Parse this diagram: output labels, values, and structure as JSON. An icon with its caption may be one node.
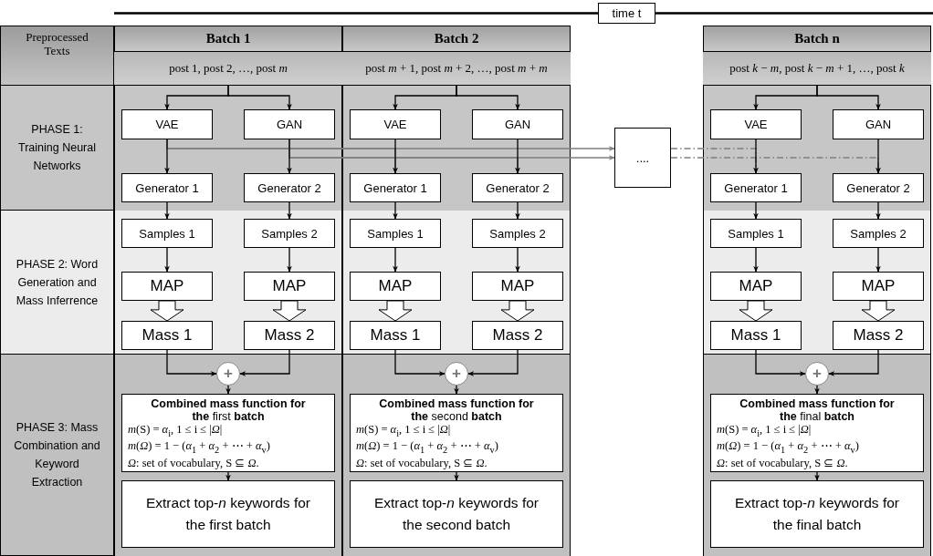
{
  "diagram": {
    "nodes": [
      {
        "text": [
          "time t"
        ]
      },
      {
        "text": [
          "Preprocessed Texts"
        ]
      },
      {
        "text": [
          "PHASE 1: Training Neural Networks"
        ]
      },
      {
        "text": [
          "PHASE 2: Word Generation and Mass Inferrence"
        ]
      },
      {
        "text": [
          "PHASE 3: Mass Combination and Keyword Extraction"
        ]
      },
      {
        "text": [
          "Batch 1"
        ]
      },
      {
        "text": [
          "post 1, post 2, …, post *m*"
        ],
        "in": 5
      },
      {
        "text": [
          "VAE"
        ],
        "in": 5
      },
      {
        "text": [
          "GAN"
        ],
        "in": 5
      },
      {
        "text": [
          "Generator 1"
        ],
        "in": 5
      },
      {
        "text": [
          "Generator 2"
        ],
        "in": 5
      },
      {
        "text": [
          "Samples 1"
        ],
        "in": 5
      },
      {
        "text": [
          "Samples 2"
        ],
        "in": 5
      },
      {
        "text": [
          "MAP"
        ],
        "in": 5
      },
      {
        "text": [
          "MAP"
        ],
        "in": 5
      },
      {
        "text": [
          "Mass 1"
        ],
        "in": 5
      },
      {
        "text": [
          "Mass 2"
        ],
        "in": 5
      },
      {
        "text": [
          "+"
        ],
        "in": 5
      },
      {
        "text": [
          "**Combined mass function for the** first **batch**",
          "*m*(S) = *α*$_{i}$, 1 ≤ i ≤ |*Ω*|",
          "*m*(*Ω*) = 1 − (*α*$_{1}$ + *α*$_{2}$ + ⋯ + *α*$_{v}$)",
          "*Ω*: set of vocabulary, S ⊆ *Ω*."
        ],
        "in": 5
      },
      {
        "text": [
          "Extract top-*n* keywords for the first batch"
        ],
        "in": 5
      },
      {
        "text": [
          "Batch 2"
        ]
      },
      {
        "text": [
          "post *m* + 1, post *m* + 2, …, post *m* + *m*"
        ],
        "in": 20
      },
      {
        "text": [
          "VAE"
        ],
        "in": 20
      },
      {
        "text": [
          "GAN"
        ],
        "in": 20
      },
      {
        "text": [
          "Generator 1"
        ],
        "in": 20
      },
      {
        "text": [
          "Generator 2"
        ],
        "in": 20
      },
      {
        "text": [
          "Samples 1"
        ],
        "in": 20
      },
      {
        "text": [
          "Samples 2"
        ],
        "in": 20
      },
      {
        "text": [
          "MAP"
        ],
        "in": 20
      },
      {
        "text": [
          "MAP"
        ],
        "in": 20
      },
      {
        "text": [
          "Mass 1"
        ],
        "in": 20
      },
      {
        "text": [
          "Mass 2"
        ],
        "in": 20
      },
      {
        "text": [
          "+"
        ],
        "in": 20
      },
      {
        "text": [
          "**Combined mass function for the** second **batch**",
          "*m*(S) = *α*$_{i}$, 1 ≤ i ≤ |*Ω*|",
          "*m*(*Ω*) = 1 − (*α*$_{1}$ + *α*$_{2}$ + ⋯ + *α*$_{v}$)",
          "*Ω*: set of vocabulary, S ⊆ *Ω*."
        ],
        "in": 20
      },
      {
        "text": [
          "Extract top-*n* keywords for the second batch"
        ],
        "in": 20
      },
      {
        "text": [
          "...."
        ]
      },
      {
        "text": [
          "Batch n"
        ]
      },
      {
        "text": [
          "post *k* − *m*, post *k* − *m* + 1, …, post *k*"
        ],
        "in": 36
      },
      {
        "text": [
          "VAE"
        ],
        "in": 36
      },
      {
        "text": [
          "GAN"
        ],
        "in": 36
      },
      {
        "text": [
          "Generator 1"
        ],
        "in": 36
      },
      {
        "text": [
          "Generator 2"
        ],
        "in": 36
      },
      {
        "text": [
          "Samples 1"
        ],
        "in": 36
      },
      {
        "text": [
          "Samples 2"
        ],
        "in": 36
      },
      {
        "text": [
          "MAP"
        ],
        "in": 36
      },
      {
        "text": [
          "MAP"
        ],
        "in": 36
      },
      {
        "text": [
          "Mass 1"
        ],
        "in": 36
      },
      {
        "text": [
          "Mass 2"
        ],
        "in": 36
      },
      {
        "text": [
          "+"
        ],
        "in": 36
      },
      {
        "text": [
          "**Combined mass function for the** final **batch**",
          "*m*(S) = *α*$_{i}$, 1 ≤ i ≤ |*Ω*|",
          "*m*(*Ω*) = 1 − (*α*$_{1}$ + *α*$_{2}$ + ⋯ + *α*$_{v}$)",
          "*Ω*: set of vocabulary, S ⊆ *Ω*."
        ],
        "in": 36
      },
      {
        "text": [
          "Extract top-*n* keywords for the final batch"
        ],
        "in": 36
      }
    ],
    "edges": [
      {
        "from": 6,
        "to": 7,
        "arrow": "to"
      },
      {
        "from": 6,
        "to": 8,
        "arrow": "to"
      },
      {
        "from": 7,
        "to": 9,
        "arrow": "to"
      },
      {
        "from": 8,
        "to": 10,
        "arrow": "to"
      },
      {
        "from": 9,
        "to": 11,
        "arrow": "to"
      },
      {
        "from": 10,
        "to": 12,
        "arrow": "to"
      },
      {
        "from": 11,
        "to": 13,
        "arrow": "to"
      },
      {
        "from": 12,
        "to": 14,
        "arrow": "to"
      },
      {
        "from": 13,
        "to": 15,
        "arrow": "to",
        "style": "thick"
      },
      {
        "from": 14,
        "to": 16,
        "arrow": "to",
        "style": "thick"
      },
      {
        "from": 15,
        "to": 17,
        "arrow": "to"
      },
      {
        "from": 16,
        "to": 17,
        "arrow": "to"
      },
      {
        "from": 17,
        "to": 18,
        "arrow": "to"
      },
      {
        "from": 18,
        "to": 19,
        "arrow": "to"
      },
      {
        "from": 7,
        "to": 24,
        "arrow": "to",
        "color": "#7f7f7f"
      },
      {
        "from": 7,
        "to": 35,
        "arrow": "to",
        "color": "#7f7f7f"
      },
      {
        "from": 8,
        "to": 25,
        "arrow": "to",
        "color": "#7f7f7f"
      },
      {
        "from": 8,
        "to": 35,
        "arrow": "to",
        "color": "#7f7f7f"
      },
      {
        "from": 21,
        "to": 22,
        "arrow": "to"
      },
      {
        "from": 21,
        "to": 23,
        "arrow": "to"
      },
      {
        "from": 22,
        "to": 24,
        "arrow": "to"
      },
      {
        "from": 23,
        "to": 25,
        "arrow": "to"
      },
      {
        "from": 24,
        "to": 26,
        "arrow": "to"
      },
      {
        "from": 25,
        "to": 27,
        "arrow": "to"
      },
      {
        "from": 26,
        "to": 28,
        "arrow": "to"
      },
      {
        "from": 27,
        "to": 29,
        "arrow": "to"
      },
      {
        "from": 28,
        "to": 30,
        "arrow": "to",
        "style": "thick"
      },
      {
        "from": 29,
        "to": 31,
        "arrow": "to",
        "style": "thick"
      },
      {
        "from": 30,
        "to": 32,
        "arrow": "to"
      },
      {
        "from": 31,
        "to": 32,
        "arrow": "to"
      },
      {
        "from": 32,
        "to": 33,
        "arrow": "to"
      },
      {
        "from": 33,
        "to": 34,
        "arrow": "to"
      },
      {
        "from": 35,
        "to": 40,
        "arrow": "to",
        "style": "dashed",
        "color": "#7f7f7f"
      },
      {
        "from": 35,
        "to": 41,
        "arrow": "to",
        "style": "dashed",
        "color": "#7f7f7f"
      },
      {
        "from": 37,
        "to": 38,
        "arrow": "to"
      },
      {
        "from": 37,
        "to": 39,
        "arrow": "to"
      },
      {
        "from": 38,
        "to": 40,
        "arrow": "to"
      },
      {
        "from": 39,
        "to": 41,
        "arrow": "to"
      },
      {
        "from": 40,
        "to": 42,
        "arrow": "to"
      },
      {
        "from": 41,
        "to": 43,
        "arrow": "to"
      },
      {
        "from": 42,
        "to": 44,
        "arrow": "to"
      },
      {
        "from": 43,
        "to": 45,
        "arrow": "to"
      },
      {
        "from": 44,
        "to": 46,
        "arrow": "to",
        "style": "thick"
      },
      {
        "from": 45,
        "to": 47,
        "arrow": "to",
        "style": "thick"
      },
      {
        "from": 46,
        "to": 48,
        "arrow": "to"
      },
      {
        "from": 47,
        "to": 48,
        "arrow": "to"
      },
      {
        "from": 48,
        "to": 49,
        "arrow": "to"
      },
      {
        "from": 49,
        "to": 50,
        "arrow": "to"
      }
    ]
  }
}
